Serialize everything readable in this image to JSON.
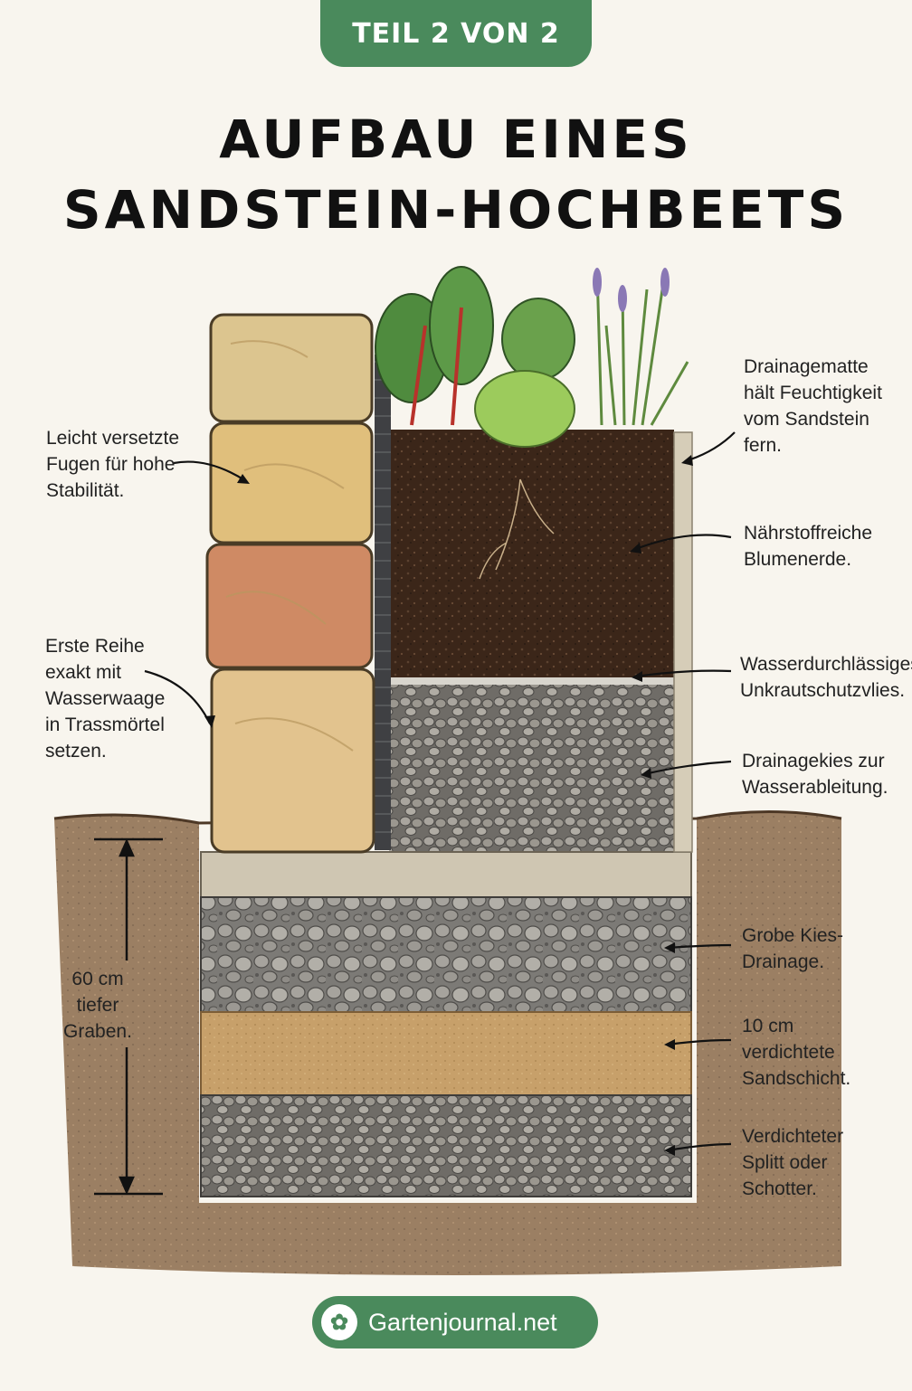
{
  "badge": "TEIL 2 VON 2",
  "title": {
    "line1": "AUFBAU EINES",
    "line2": "SANDSTEIN-HOCHBEETS"
  },
  "labels_left": [
    [
      "Leicht versetzte",
      "Fugen für hohe",
      "Stabilität."
    ],
    [
      "Erste Reihe",
      "exakt mit",
      "Wasserwaage",
      "in Trassmörtel",
      "setzen."
    ]
  ],
  "depth_label": [
    "60 cm",
    "tiefer",
    "Graben."
  ],
  "labels_right": [
    [
      "Drainagematte",
      "hält Feuchtigkeit",
      "vom Sandstein",
      "fern."
    ],
    [
      "Nährstoffreiche",
      "Blumenerde."
    ],
    [
      "Wasserdurchlässiges",
      "Unkrautschutzvlies."
    ],
    [
      "Drainagekies zur",
      "Wasserableitung."
    ],
    [
      "Grobe Kies-",
      "Drainage."
    ],
    [
      "10 cm",
      "verdichtete",
      "Sandschicht."
    ],
    [
      "Verdichteter",
      "Splitt oder",
      "Schotter."
    ]
  ],
  "footer": {
    "site": "Gartenjournal.net",
    "logo_icon": "leaf-logo-icon"
  },
  "colors": {
    "brand_green": "#4a8a5c",
    "sandstone": "#d9b77a",
    "sandstone_red": "#c97f5c",
    "soil": "#3a2518",
    "gravel": "#8d8a84",
    "sand": "#c8a268"
  }
}
